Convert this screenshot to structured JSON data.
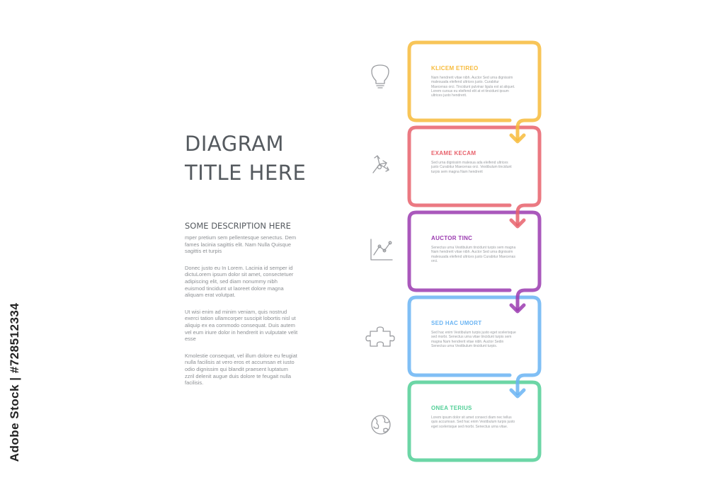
{
  "title_lines": [
    "DIAGRAM",
    "TITLE HERE"
  ],
  "subtitle": "SOME DESCRIPTION HERE",
  "description": [
    "mper pretium sem pellentesque senectus. Dem fames lacinia sagittis elit. Nam Nulla Quisque sagittis et turpis",
    "Donec justo eu In Lorem. Lacinia id semper id dictuLorem ipsum dolor sit amet, consectetuer adipiscing elit, sed diam nonummy nibh euismod tincidunt ut laoreet dolore magna aliquam erat volutpat.",
    "Ut wisi enim ad minim veniam, quis nostrud exerci tation ullamcorper suscipit lobortis nisl ut aliquip ex ea commodo consequat. Duis autem vel eum iriure dolor in hendrerit in vulputate velit esse",
    "Kmolestie consequat, vel illum dolore eu feugiat nulla facilisis at vero eros et accumsan et iusto odio dignissim qui blandit praesent luptatum zzril delenit augue duis dolore te feugait nulla facilisis."
  ],
  "stock_id": "Adobe Stock | #728512334",
  "steps": [
    {
      "title": "KLICEM ETIREO",
      "color": "#f7bb3b",
      "icon": "lightbulb-icon",
      "body": "Nam hendrerit vitae nibh. Auctor Sed urna dignissim malesuada eleifend ultrices justo. Curabitur Maecenas orci. Tincidunt pulvinar ligula est at aliquet. Lorem cursus eu eleifend elit at et tincidunt ipsum ultrices justo hendrerit."
    },
    {
      "title": "EXAME KECAM",
      "color": "#e8626c",
      "icon": "growth-arrows-icon",
      "body": "Sed urna dignissim malesua ada eleifend ultrices justo Curabitur Maecenas orci. Vestibulum tincidunt turpis sem magna Nam hendrerit"
    },
    {
      "title": "AUCTOR TINC",
      "color": "#9b3bb0",
      "icon": "line-chart-icon",
      "body": "Senectus urna Vestibulum tincidunt turpis sem magna Nam hendrerit vitae nibh. Auctor Sed urna dignissim malesuada eleifend ultrices justo Curabitur Maecenas orci."
    },
    {
      "title": "SED HAC UMORT",
      "color": "#6ab4f3",
      "icon": "puzzle-piece-icon",
      "body": "Sed hac enim Vestibulum turpis justo eget scelerisque sed morbi. Senectus urna vitae tincidunt turpis sem magna Nam hendrerit vitae nibh. Auctor Sedin Senectus urna Vestibulum tincidunt turpis."
    },
    {
      "title": "ONEA TERIUS",
      "color": "#52cf97",
      "icon": "globe-icon",
      "body": "Lorem ipsum dolor sit amet consect diam nec tellus quis accumsan. Sed hac enim Vestibulum turpis justo eget scelerisque sed morbi. Senectus urna vitae."
    }
  ],
  "colors": {
    "text_dark": "#555a5f",
    "text_muted": "#8c8f93",
    "icon_gray": "#9a9ca0"
  }
}
